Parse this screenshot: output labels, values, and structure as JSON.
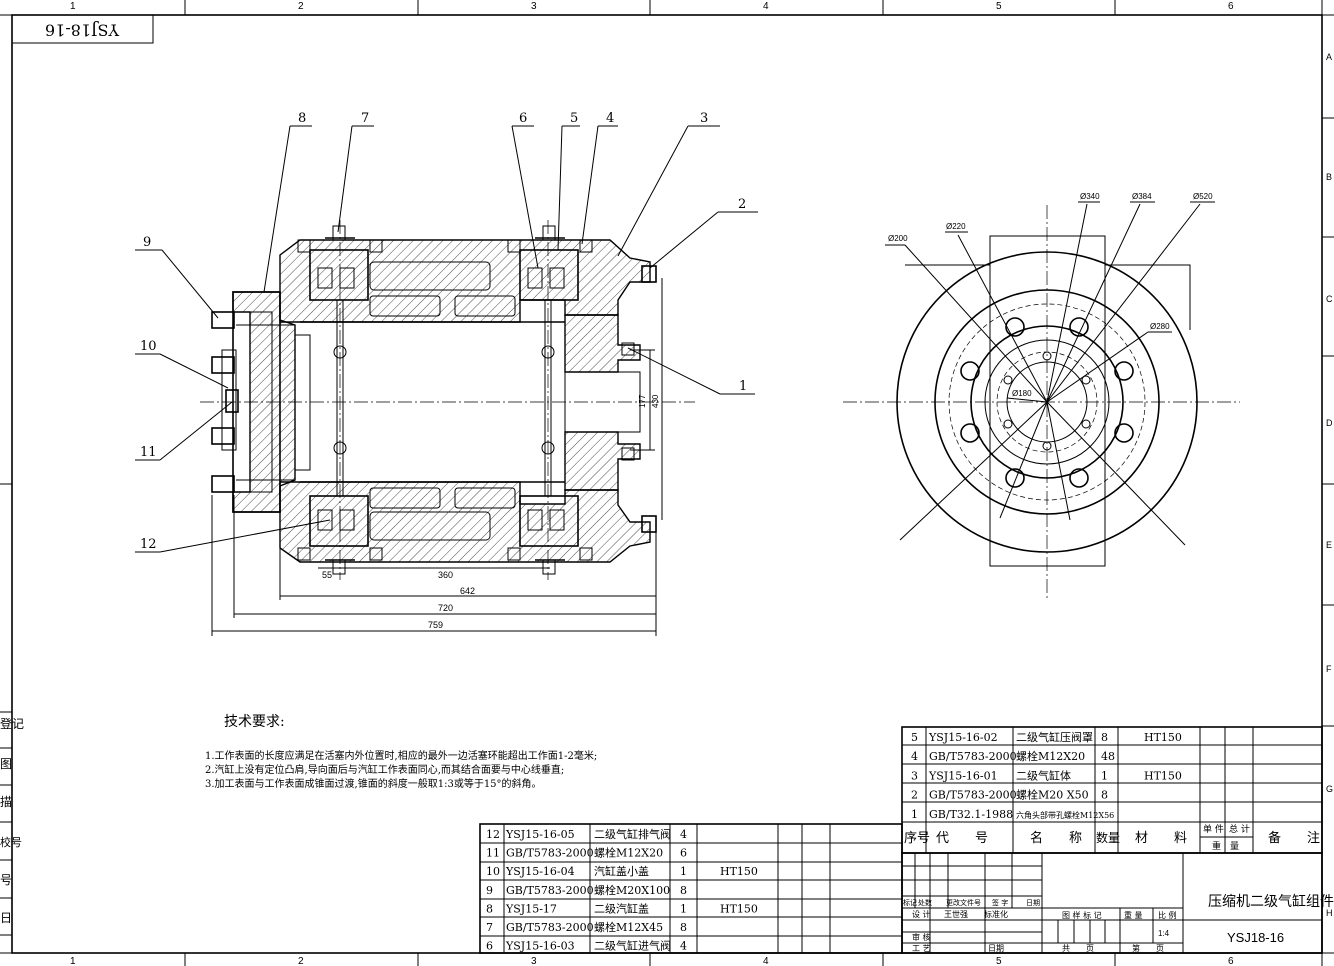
{
  "drawing_number_stamp": "YSJ18-16",
  "border": {
    "columns": [
      "1",
      "2",
      "3",
      "4",
      "5",
      "6"
    ],
    "rows": [
      "A",
      "B",
      "C",
      "D",
      "E",
      "F",
      "G",
      "H"
    ]
  },
  "side_stamp": [
    "登记",
    "图",
    "描",
    "校号",
    "号",
    "日"
  ],
  "balloons": [
    "1",
    "2",
    "3",
    "4",
    "5",
    "6",
    "7",
    "8",
    "9",
    "10",
    "11",
    "12"
  ],
  "dimensions": {
    "d55": "55",
    "d360": "360",
    "d642": "642",
    "d720": "720",
    "d759": "759",
    "d177": "177",
    "d430": "430"
  },
  "end_view_diameters": {
    "d200": "Ø200",
    "d220": "Ø220",
    "d340": "Ø340",
    "d384": "Ø384",
    "d520": "Ø520",
    "d280": "Ø280",
    "d180": "Ø180"
  },
  "tech_title": "技术要求:",
  "tech_notes": [
    "1.工作表面的长度应满足在活塞内外位置时,相应的最外一边活塞环能超出工作面1-2毫米;",
    "2.汽缸上没有定位凸肩,导向面后与汽缸工作表面同心,而其结合面要与中心线垂直;",
    "3.加工表面与工作表面成锥面过渡,锥面的斜度一般取1:3或等于15°的斜角。"
  ],
  "bom_left": [
    {
      "no": "12",
      "code": "YSJ15-16-05",
      "name": "二级气缸排气阀",
      "qty": "4",
      "mat": ""
    },
    {
      "no": "11",
      "code": "GB/T5783-2000",
      "name": "螺栓M12X20",
      "qty": "6",
      "mat": ""
    },
    {
      "no": "10",
      "code": "YSJ15-16-04",
      "name": "汽缸盖小盖",
      "qty": "1",
      "mat": "HT150"
    },
    {
      "no": "9",
      "code": "GB/T5783-2000",
      "name": "螺栓M20X100",
      "qty": "8",
      "mat": ""
    },
    {
      "no": "8",
      "code": "YSJ15-17",
      "name": "二级汽缸盖",
      "qty": "1",
      "mat": "HT150"
    },
    {
      "no": "7",
      "code": "GB/T5783-2000",
      "name": "螺栓M12X45",
      "qty": "8",
      "mat": ""
    },
    {
      "no": "6",
      "code": "YSJ15-16-03",
      "name": "二级气缸进气阀",
      "qty": "4",
      "mat": ""
    }
  ],
  "bom_right": [
    {
      "no": "5",
      "code": "YSJ15-16-02",
      "name": "二级气缸压阀罩",
      "qty": "8",
      "mat": "HT150"
    },
    {
      "no": "4",
      "code": "GB/T5783-2000",
      "name": "螺栓M12X20",
      "qty": "48",
      "mat": ""
    },
    {
      "no": "3",
      "code": "YSJ15-16-01",
      "name": "二级气缸体",
      "qty": "1",
      "mat": "HT150"
    },
    {
      "no": "2",
      "code": "GB/T5783-2000",
      "name": "螺栓M20 X50",
      "qty": "8",
      "mat": ""
    },
    {
      "no": "1",
      "code": "GB/T32.1-1988",
      "name": "六角头部带孔螺栓M12X56",
      "qty": "",
      "mat": ""
    }
  ],
  "bom_header": {
    "no": "序号",
    "code": "代　　号",
    "name": "名　　称",
    "qty": "数量",
    "mat": "材　　料",
    "unit_weight": "单 件",
    "total_weight": "总 计",
    "weight": "重　量",
    "remark": "备　　注"
  },
  "title_block": {
    "title": "压缩机二级气缸组件",
    "drawing_no": "YSJ18-16",
    "scale_label": "比 例",
    "scale": "1:4",
    "weight_label": "重 量",
    "stage_label": "图 样 标 记",
    "sheets_label": "共　　页",
    "sheet_label": "第　　页",
    "rev_headers": [
      "标记",
      "处数",
      "更改文件号",
      "签 字",
      "日期"
    ],
    "design": "设 计",
    "designer": "王世强",
    "standard": "标准化",
    "check": "审 核",
    "process": "工 艺",
    "date": "日期"
  }
}
